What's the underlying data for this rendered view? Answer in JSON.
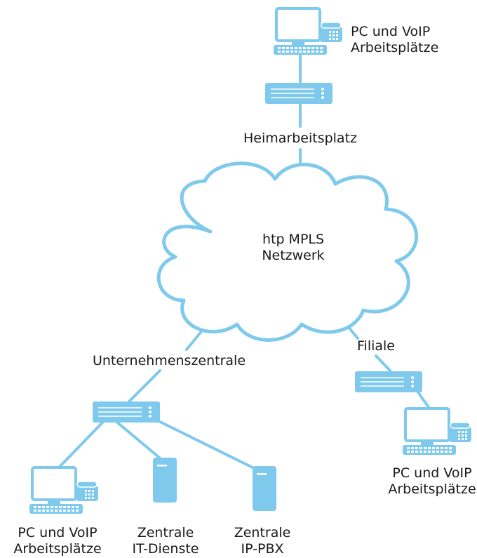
{
  "colors": {
    "accent": "#7fcaec",
    "text": "#1a1a1a"
  },
  "cloud": {
    "line1": "htp MPLS",
    "line2": "Netzwerk"
  },
  "sites": {
    "home": {
      "label": "Heimarbeitsplatz",
      "workstation": {
        "line1": "PC und VoIP",
        "line2": "Arbeitsplätze"
      }
    },
    "hq": {
      "label": "Unternehmenszentrale",
      "workstation": {
        "line1": "PC und VoIP",
        "line2": "Arbeitsplätze"
      },
      "it_server": {
        "line1": "Zentrale",
        "line2": "IT-Dienste"
      },
      "pbx_server": {
        "line1": "Zentrale",
        "line2": "IP-PBX"
      }
    },
    "branch": {
      "label": "Filiale",
      "workstation": {
        "line1": "PC und VoIP",
        "line2": "Arbeitsplätze"
      }
    }
  },
  "icons": [
    "pc-phone-icon",
    "router-icon",
    "server-icon",
    "cloud-icon"
  ]
}
